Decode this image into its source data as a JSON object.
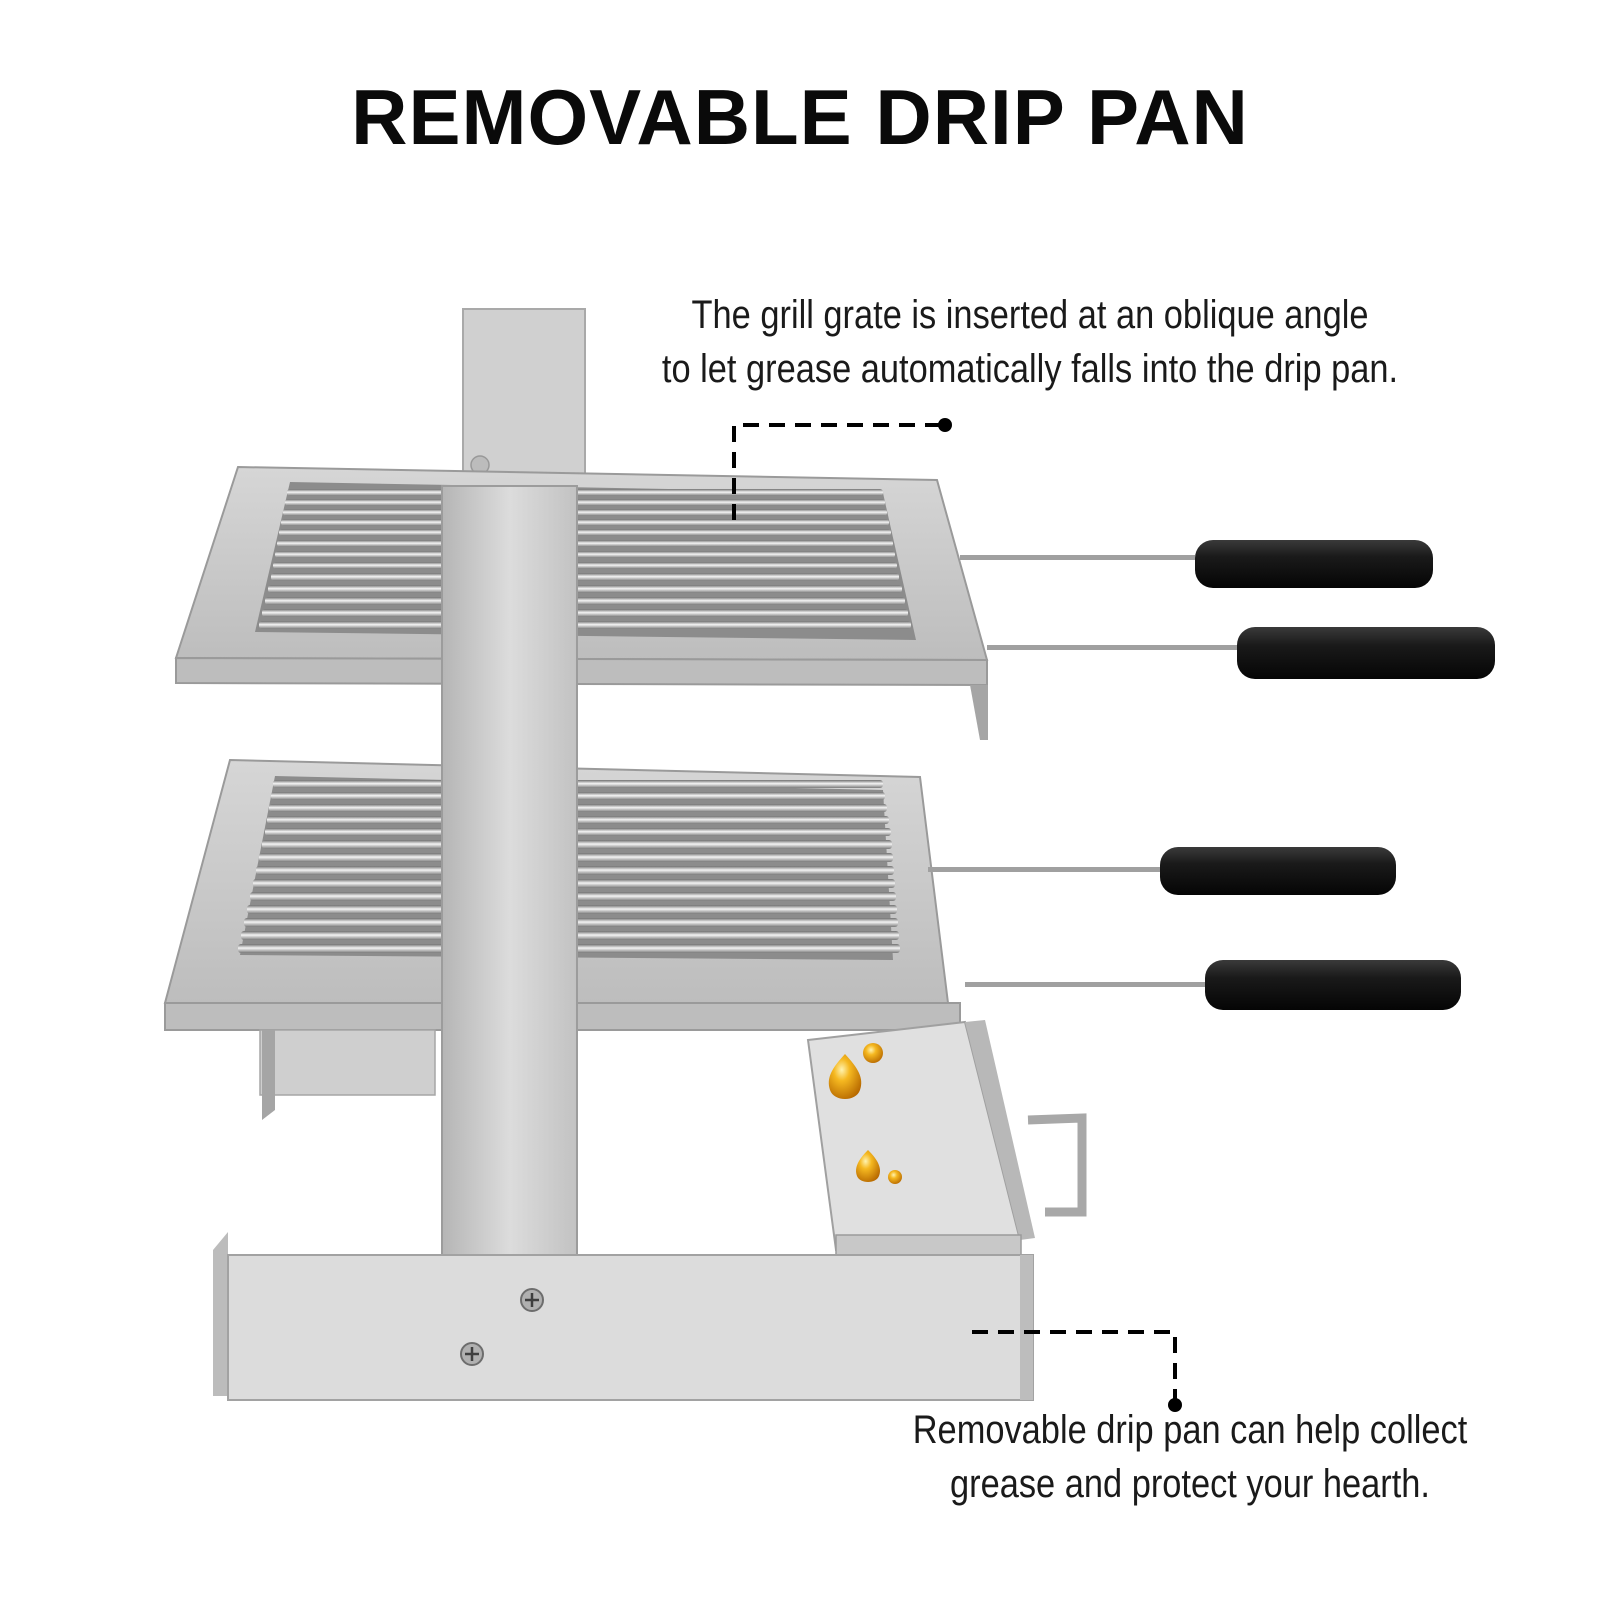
{
  "heading": "REMOVABLE DRIP PAN",
  "callouts": {
    "grate": {
      "line1": "The grill grate is inserted at an oblique angle",
      "line2": "to let grease automatically falls into the drip pan."
    },
    "drip_pan": {
      "line1": "Removable drip pan can help collect",
      "line2": "grease and protect your hearth."
    }
  },
  "colors": {
    "steel_light": "#e2e2e2",
    "steel_mid": "#c4c4c4",
    "steel_dark": "#8f8f8f",
    "handle": "#111111",
    "grease": "#e8a013",
    "line": "#000000"
  }
}
